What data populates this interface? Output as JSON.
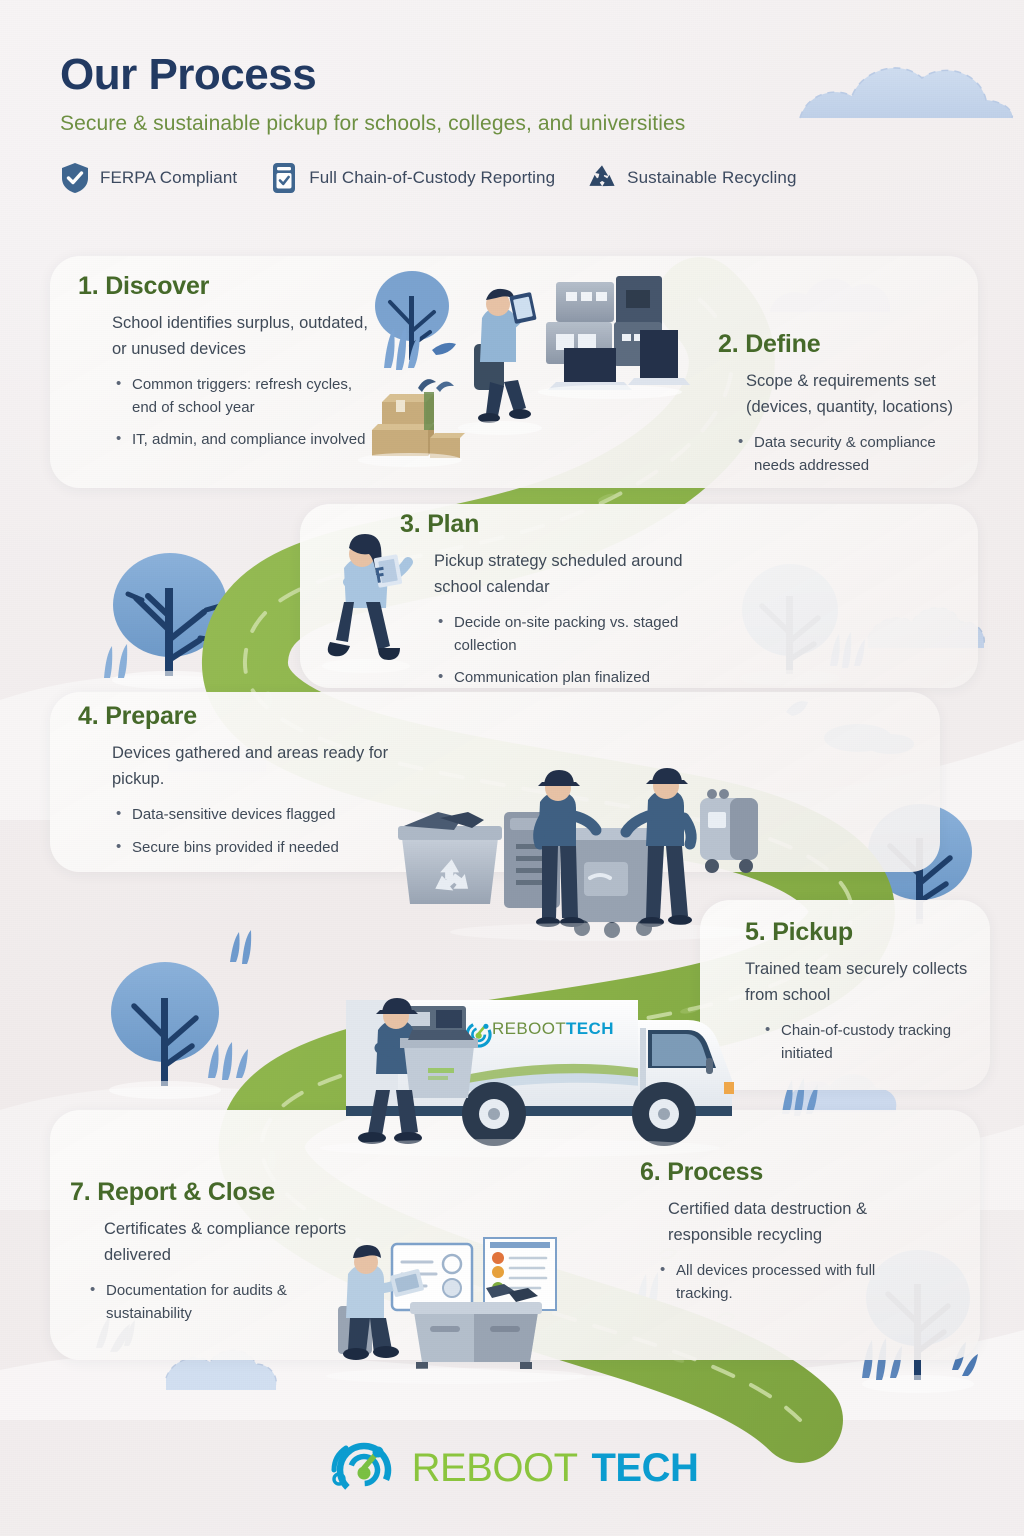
{
  "header": {
    "title": "Our Process",
    "subtitle": "Secure & sustainable pickup for schools, colleges, and universities",
    "badges": [
      {
        "icon": "shield-check-icon",
        "label": "FERPA Compliant"
      },
      {
        "icon": "clipboard-check-icon",
        "label": "Full Chain-of-Custody Reporting"
      },
      {
        "icon": "recycle-icon",
        "label": "Sustainable Recycling"
      }
    ]
  },
  "steps": [
    {
      "id": "discover",
      "title": "1. Discover",
      "lead": "School identifies surplus, outdated, or unused devices",
      "bullets": [
        "Common triggers: refresh cycles, end of school year",
        "IT, admin, and compliance involved"
      ]
    },
    {
      "id": "define",
      "title": "2. Define",
      "lead": "Scope & requirements set (devices, quantity, locations)",
      "bullets": [
        "Data security & compliance needs addressed"
      ]
    },
    {
      "id": "plan",
      "title": "3. Plan",
      "lead": "Pickup strategy scheduled around school calendar",
      "bullets": [
        "Decide on-site packing vs. staged collection",
        "Communication plan finalized"
      ]
    },
    {
      "id": "prepare",
      "title": "4. Prepare",
      "lead": "Devices gathered and areas ready for pickup.",
      "bullets": [
        "Data-sensitive devices flagged",
        "Secure bins provided if needed"
      ]
    },
    {
      "id": "pickup",
      "title": "5. Pickup",
      "lead": "Trained team securely collects from school",
      "bullets": [
        "Chain-of-custody tracking initiated"
      ]
    },
    {
      "id": "process",
      "title": "6. Process",
      "lead": "Certified data destruction & responsible recycling",
      "bullets": [
        "All devices processed with full tracking."
      ]
    },
    {
      "id": "report-close",
      "title": "7. Report & Close",
      "lead": "Certificates & compliance reports delivered",
      "bullets": [
        "Documentation for audits & sustainability"
      ]
    }
  ],
  "truck": {
    "logo_primary": "REBOOT",
    "logo_secondary": "TECH"
  },
  "footer": {
    "logo_primary": "REBOOT",
    "logo_secondary": "TECH"
  },
  "colors": {
    "title_navy": "#223a63",
    "subtitle_green": "#6e9142",
    "step_green": "#466a2a",
    "body_gray": "#3f4a58",
    "road_green": "#8cb349",
    "tree_blue": "#7ba3d0",
    "trunk_navy": "#1f3f6b",
    "badge_blue": "#3f6690",
    "logo_green": "#8cc63e",
    "logo_cyan": "#0b9dd1",
    "page_bg": "#f2eeee",
    "card_bg": "#faf8f7"
  }
}
